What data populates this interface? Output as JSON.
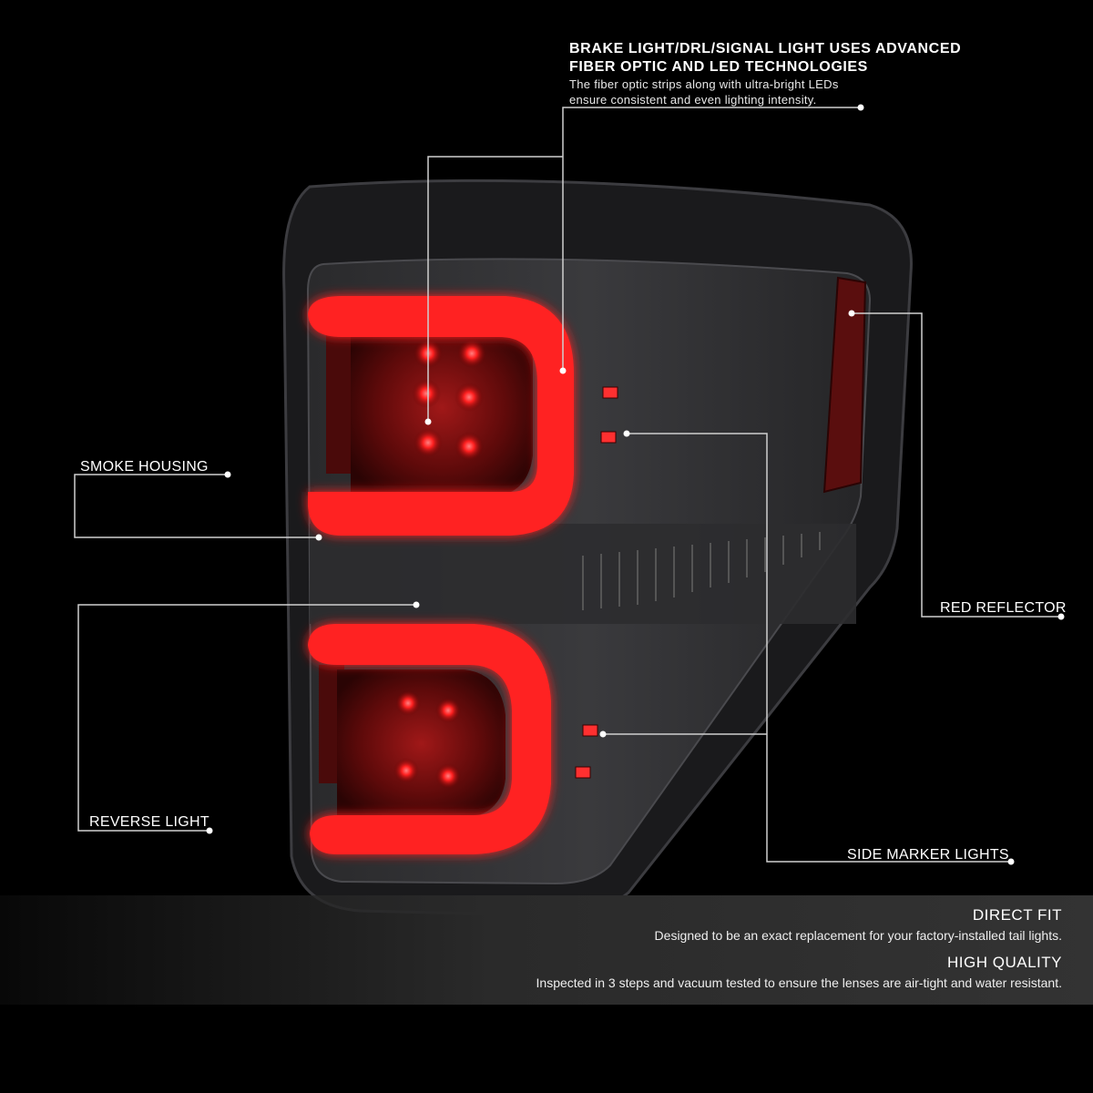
{
  "colors": {
    "background": "#000000",
    "housing_smoke": "#2e2e30",
    "light_bar_red": "#ff2222",
    "lens_red": "#7a0c0c",
    "leader_line": "#cfcfcf"
  },
  "callouts": {
    "brake": {
      "title_line1": "BRAKE LIGHT/DRL/SIGNAL LIGHT USES ADVANCED",
      "title_line2": "FIBER OPTIC AND LED TECHNOLOGIES",
      "desc_line1": "The fiber optic strips along with ultra-bright LEDs",
      "desc_line2": "ensure consistent and even lighting intensity."
    },
    "smoke_housing": "SMOKE HOUSING",
    "red_reflector": "RED REFLECTOR",
    "reverse_light": "REVERSE LIGHT",
    "side_marker_lights": "SIDE MARKER LIGHTS"
  },
  "features": [
    {
      "title": "DIRECT FIT",
      "text": "Designed to be an exact replacement for your factory-installed tail lights."
    },
    {
      "title": "HIGH QUALITY",
      "text": "Inspected in 3 steps and vacuum tested to ensure the lenses are air-tight and water resistant."
    }
  ]
}
